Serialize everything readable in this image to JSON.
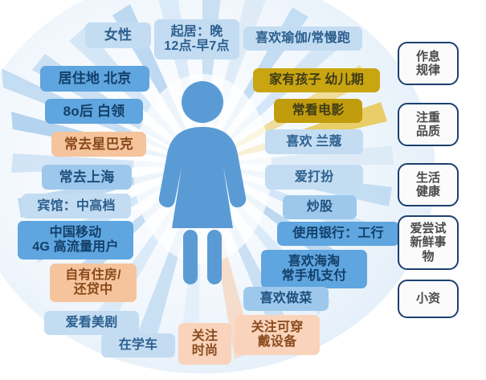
{
  "figure": {
    "name": "female-persona-silhouette",
    "color": "#5b9bd5"
  },
  "palette": {
    "light_blue": "#c3dcf2",
    "mid_blue": "#9dc8ec",
    "blue": "#5fa5df",
    "orange": "#f5c49c",
    "peach": "#f9d3bb",
    "gold": "#c9a511",
    "box_border": "#1d3f6e",
    "background": "#ffffff"
  },
  "tags": [
    {
      "id": "gender",
      "text": "女性",
      "color": "light_blue"
    },
    {
      "id": "sleep",
      "text": "起居：晚\n12点-早7点",
      "color": "light_blue"
    },
    {
      "id": "yoga",
      "text": "喜欢瑜伽/常慢跑",
      "color": "light_blue"
    },
    {
      "id": "residence",
      "text": "居住地 北京",
      "color": "blue"
    },
    {
      "id": "child",
      "text": "家有孩子  幼儿期",
      "color": "gold"
    },
    {
      "id": "post80",
      "text": "8o后  白领",
      "color": "blue"
    },
    {
      "id": "movies",
      "text": "常看电影",
      "color": "gold"
    },
    {
      "id": "starbucks",
      "text": "常去星巴克",
      "color": "orange"
    },
    {
      "id": "lancome",
      "text": "喜欢 兰蔻",
      "color": "light_blue"
    },
    {
      "id": "shanghai",
      "text": "常去上海",
      "color": "mid_blue"
    },
    {
      "id": "dressup",
      "text": "爱打扮",
      "color": "light_blue"
    },
    {
      "id": "hotel",
      "text": "宾馆：中高档",
      "color": "light_blue"
    },
    {
      "id": "stocks",
      "text": "炒股",
      "color": "mid_blue"
    },
    {
      "id": "mobile",
      "text": "中国移动\n4G 高流量用户",
      "color": "blue"
    },
    {
      "id": "bank",
      "text": "使用银行：工行",
      "color": "blue"
    },
    {
      "id": "housing",
      "text": "自有住房/\n还贷中",
      "color": "orange"
    },
    {
      "id": "haitao",
      "text": "喜欢海淘\n常手机支付",
      "color": "blue"
    },
    {
      "id": "usdrama",
      "text": "爱看美剧",
      "color": "light_blue"
    },
    {
      "id": "cooking",
      "text": "喜欢做菜",
      "color": "mid_blue"
    },
    {
      "id": "driving",
      "text": "在学车",
      "color": "light_blue"
    },
    {
      "id": "fashion",
      "text": "关注\n时尚",
      "color": "peach"
    },
    {
      "id": "wearable",
      "text": "关注可穿\n戴设备",
      "color": "peach"
    }
  ],
  "summary_boxes": [
    {
      "id": "routine",
      "text": "作息\n规律"
    },
    {
      "id": "quality",
      "text": "注重\n品质"
    },
    {
      "id": "health",
      "text": "生活\n健康"
    },
    {
      "id": "novelty",
      "text": "爱尝试\n新鲜事\n物"
    },
    {
      "id": "petty",
      "text": "小资"
    }
  ]
}
